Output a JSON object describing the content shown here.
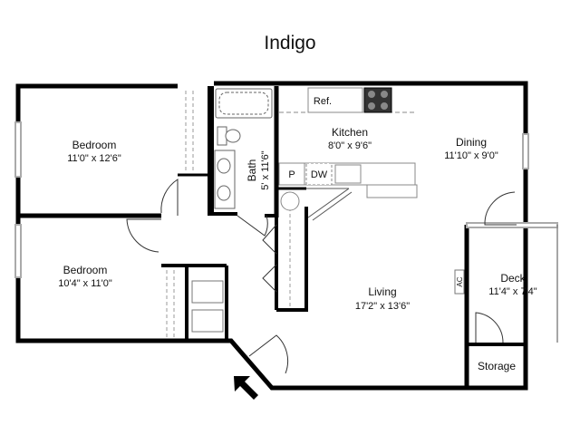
{
  "title": "Indigo",
  "rooms": {
    "bedroom1": {
      "name": "Bedroom",
      "dims": "11'0\" x 12'6\""
    },
    "bedroom2": {
      "name": "Bedroom",
      "dims": "10'4\" x 11'0\""
    },
    "bath": {
      "name": "Bath",
      "dims": "5' x 11'6\""
    },
    "kitchen": {
      "name": "Kitchen",
      "dims": "8'0\" x 9'6\""
    },
    "dining": {
      "name": "Dining",
      "dims": "11'10\" x 9'0\""
    },
    "living": {
      "name": "Living",
      "dims": "17'2\" x 13'6\""
    },
    "deck": {
      "name": "Deck",
      "dims": "11'4\" x 7'4\""
    },
    "storage": {
      "name": "Storage"
    }
  },
  "fixtures": {
    "ref": "Ref.",
    "pantry": "P",
    "dishwasher": "DW",
    "ac": "AC"
  },
  "colors": {
    "wall": "#000000",
    "fixture": "#666666",
    "window": "#aaaaaa"
  }
}
